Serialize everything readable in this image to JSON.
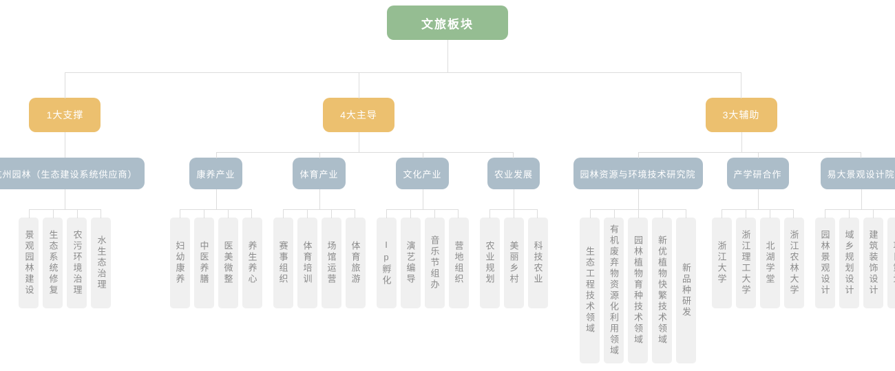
{
  "root": {
    "label": "文旅板块"
  },
  "branches": [
    {
      "label": "1大支撑",
      "groups": [
        {
          "label": "杭州园林（生态建设系统供应商）",
          "leaves": [
            "景观园林建设",
            "生态系统修复",
            "农污环境治理",
            "水生态治理"
          ]
        }
      ]
    },
    {
      "label": "4大主导",
      "groups": [
        {
          "label": "康养产业",
          "leaves": [
            "妇幼康养",
            "中医养膳",
            "医美微整",
            "养生养心"
          ]
        },
        {
          "label": "体育产业",
          "leaves": [
            "赛事组织",
            "体育培训",
            "场馆运营",
            "体育旅游"
          ]
        },
        {
          "label": "文化产业",
          "leaves": [
            "Ip孵化",
            "演艺编导",
            "音乐节组办",
            "营地组织"
          ]
        },
        {
          "label": "农业发展",
          "leaves": [
            "农业规划",
            "美丽乡村",
            "科技农业"
          ]
        }
      ]
    },
    {
      "label": "3大辅助",
      "groups": [
        {
          "label": "园林资源与环境技术研究院",
          "leaves": [
            "生态工程技术领域",
            "有机废弃物资源化利用领域",
            "园林植物育种技术领域",
            "新优植物快繁技术领域",
            "新品种研发"
          ]
        },
        {
          "label": "产学研合作",
          "leaves": [
            "浙江大学",
            "浙江理工大学",
            "北湖学堂",
            "浙江农林大学"
          ]
        },
        {
          "label": "易大景观设计院",
          "leaves": [
            "园林景观设计",
            "域乡规划设计",
            "建筑装饰设计",
            "项目策划"
          ]
        }
      ]
    }
  ],
  "colors": {
    "root_bg": "#95bd92",
    "branch_bg": "#ecc06f",
    "group_bg": "#acbdc9",
    "leaf_bg": "#f0f0f0",
    "leaf_text": "#8a8a8a",
    "line": "#dcdcdc"
  }
}
